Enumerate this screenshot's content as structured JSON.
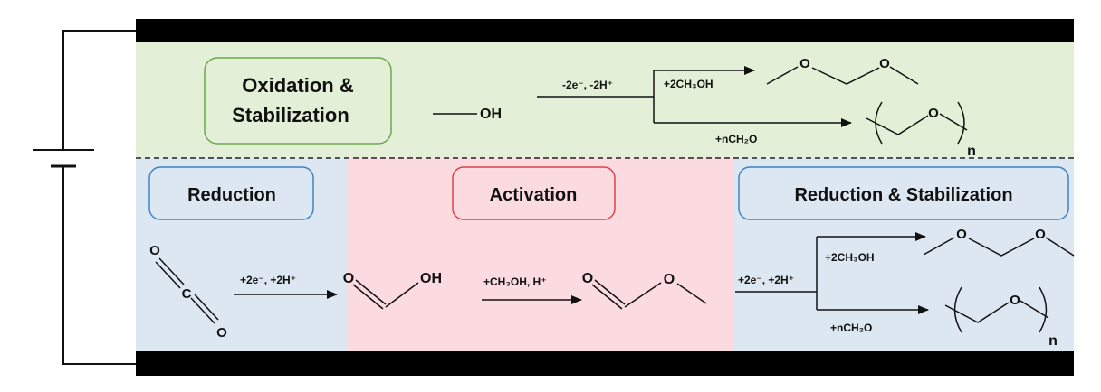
{
  "colors": {
    "anode_bg": "#e3efd6",
    "left_bg": "#dde7f2",
    "mid_bg": "#fbdbe0",
    "right_bg": "#dde7f2",
    "electrode": "#000000",
    "green_border": "#6aa84f",
    "blue_border": "#3d85c6",
    "red_border": "#d9434f",
    "line": "#111111"
  },
  "anode": {
    "label_line1": "Oxidation &",
    "label_line2": "Stabilization",
    "reactant": "OH",
    "conditions": "-2e⁻, -2H⁺",
    "branch_top": "+2CH₃OH",
    "branch_bottom": "+nCH₂O",
    "product_top_o1": "O",
    "product_top_o2": "O",
    "product_bottom_o": "O",
    "product_bottom_n": "n"
  },
  "cathode": {
    "reduction_label": "Reduction",
    "activation_label": "Activation",
    "stabilization_label": "Reduction & Stabilization",
    "co2_o_top": "O",
    "co2_c": "C",
    "co2_o_bottom": "O",
    "step1_conditions": "+2e⁻, +2H⁺",
    "formic_o": "O",
    "formic_oh": "OH",
    "step2_conditions": "+CH₃OH, H⁺",
    "ester_o_carbonyl": "O",
    "ester_o": "O",
    "step3_conditions": "+2e⁻, +2H⁺",
    "branch_top": "+2CH₃OH",
    "branch_bottom": "+nCH₂O",
    "product_top_o1": "O",
    "product_top_o2": "O",
    "product_bottom_o": "O",
    "product_bottom_n": "n"
  }
}
